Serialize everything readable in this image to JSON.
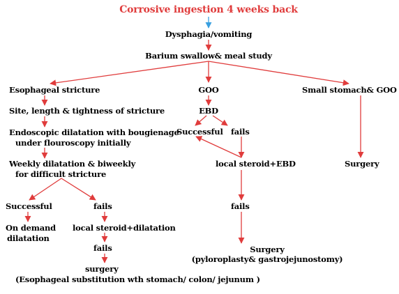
{
  "colors": {
    "arrow": "#e03c3c",
    "title": "#e03c3c",
    "first_arrow": "#3aa0e0"
  },
  "nodes": {
    "title": "Corrosive ingestion 4 weeks back",
    "dysphagia": "Dysphagia/vomiting",
    "barium": "Barium swallow& meal study",
    "esophageal_stricture": "Esophageal stricture",
    "goo": "GOO",
    "small_stomach": "Small stomach& GOO",
    "site_length": "Site, length & tightness of stricture",
    "ebd": "EBD",
    "endo_line1": "Endoscopic dilatation with bougienage",
    "endo_line2": "under flouroscopy initially",
    "goo_successful": "Successful",
    "goo_fails": "fails",
    "weekly_line1": "Weekly dilatation & biweekly",
    "weekly_line2": "for difficult stricture",
    "local_steroid_ebd": "local steroid+EBD",
    "surgery_right": "Surgery",
    "eso_successful": "Successful",
    "eso_fails": "fails",
    "goo_fails2": "fails",
    "on_demand_line1": "On demand",
    "on_demand_line2": "dilatation",
    "local_steroid_dilatation": "local steroid+dilatation",
    "eso_fails2": "fails",
    "surgery_goo": "Surgery",
    "surgery_goo_detail": "(pyloroplasty& gastrojejunostomy)",
    "surgery_eso": "surgery",
    "surgery_eso_detail": "(Esophageal substitution wth stomach/ colon/ jejunum )"
  }
}
